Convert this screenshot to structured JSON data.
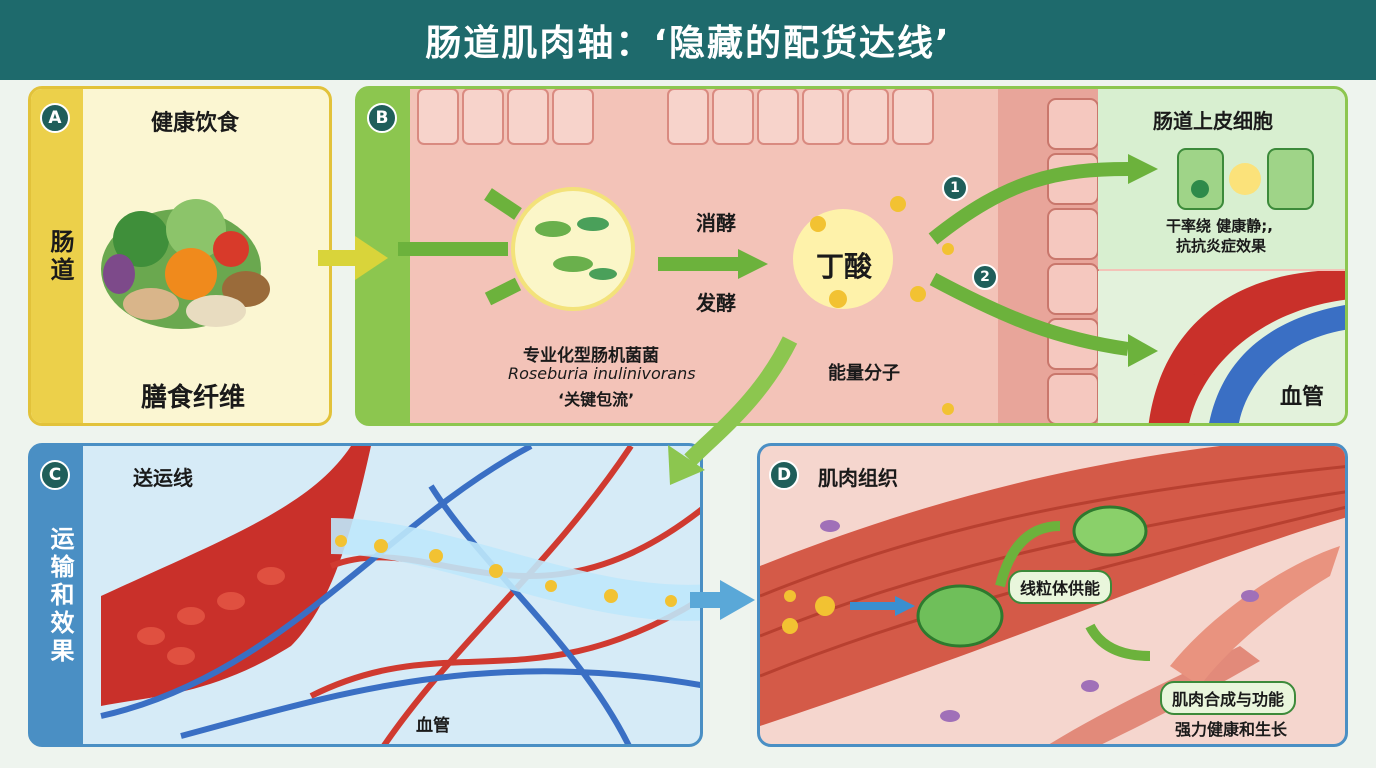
{
  "title": "肠道肌肉轴：‘隐藏的配货达线’",
  "panel_a": {
    "badge": "A",
    "side_label": "肠道",
    "title": "健康饮食",
    "caption": "膳食纤维"
  },
  "panel_b": {
    "badge": "B",
    "ferment_top": "消酵",
    "ferment_bottom": "发酵",
    "bacteria_cn": "专业化型肠机菌菌",
    "bacteria_latin": "Roseburia inulinivorans",
    "bacteria_role": "‘关键包流’",
    "butyrate": "丁酸",
    "energy": "能量分子",
    "step1": "1",
    "step2": "2",
    "epithelium_title": "肠道上皮细胞",
    "epithelium_text1": "干率绕  健康静;,",
    "epithelium_text2": "抗抗炎症效果",
    "vessel": "血管"
  },
  "panel_c": {
    "badge": "C",
    "side_label": "运输和效果",
    "title": "送运线",
    "vessel": "血管"
  },
  "panel_d": {
    "badge": "D",
    "title": "肌肉组织",
    "mito": "线粒体供能",
    "synthesis": "肌肉合成与功能",
    "growth": "强力健康和生长"
  },
  "colors": {
    "header": "#1e6a6c",
    "panel_a": "#e8c93a",
    "panel_b": "#8cc64f",
    "panel_c": "#4a8fc4",
    "panel_d": "#4a8fc4"
  }
}
